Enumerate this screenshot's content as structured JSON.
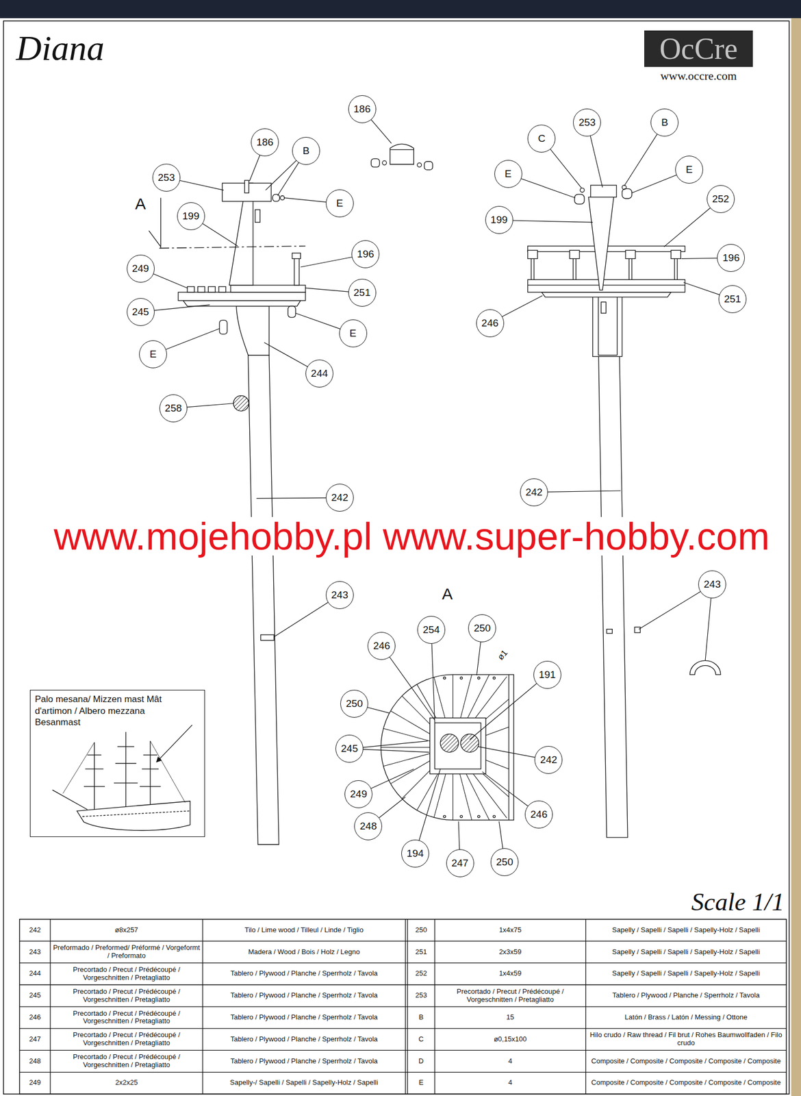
{
  "diagram": {
    "title": "Diana",
    "nodes": [
      {
        "text": [
          "OcCre",
          "www.occre.com"
        ]
      },
      {
        "text": [
          "186"
        ]
      },
      {
        "text": [
          "253"
        ]
      },
      {
        "text": [
          "B"
        ]
      },
      {
        "text": [
          "C"
        ]
      },
      {
        "text": [
          "186"
        ]
      },
      {
        "text": [
          "B"
        ]
      },
      {
        "text": [
          "E"
        ]
      },
      {
        "text": [
          "E"
        ]
      },
      {
        "text": [
          "253"
        ]
      },
      {
        "text": [
          "252"
        ]
      },
      {
        "text": [
          "E"
        ]
      },
      {
        "text": [
          "199"
        ]
      },
      {
        "text": [
          "199"
        ]
      },
      {
        "text": [
          "196"
        ]
      },
      {
        "text": [
          "196"
        ]
      },
      {
        "text": [
          "249"
        ]
      },
      {
        "text": [
          "251"
        ]
      },
      {
        "text": [
          "251"
        ]
      },
      {
        "text": [
          "245"
        ]
      },
      {
        "text": [
          "246"
        ]
      },
      {
        "text": [
          "E"
        ]
      },
      {
        "text": [
          "E"
        ]
      },
      {
        "text": [
          "244"
        ]
      },
      {
        "text": [
          "258"
        ]
      },
      {
        "text": [
          "242"
        ]
      },
      {
        "text": [
          "242"
        ]
      },
      {
        "text": [
          "243"
        ]
      },
      {
        "text": [
          "243"
        ]
      },
      {
        "text": [
          "254"
        ]
      },
      {
        "text": [
          "250"
        ]
      },
      {
        "text": [
          "246"
        ]
      },
      {
        "text": [
          "191"
        ]
      },
      {
        "text": [
          "250"
        ]
      },
      {
        "text": [
          "245"
        ]
      },
      {
        "text": [
          "242"
        ]
      },
      {
        "text": [
          "249"
        ]
      },
      {
        "text": [
          "246"
        ]
      },
      {
        "text": [
          "248"
        ]
      },
      {
        "text": [
          "194"
        ]
      },
      {
        "text": [
          "250"
        ]
      },
      {
        "text": [
          "247"
        ]
      },
      {
        "text": [
          "Palo mesana/ Mizzen mast Mât d'artimon / Albero mezzana Besanmast"
        ]
      }
    ],
    "labels": [
      "A",
      "A",
      "ø1",
      "www.mojehobby.pl www.super-hobby.com",
      "Scale 1/1",
      "242",
      "ø8x257",
      "Tilo / Lime wood / Tilleul / Linde / Tiglio",
      "250",
      "1x4x75",
      "Sapelly / Sapelli / Sapelli / Sapelly-Holz / Sapelli",
      "243",
      "Preformado / Preformed/ Préformé / Vorgeformt / Preformato",
      "Madera / Wood / Bois / Holz / Legno",
      "251",
      "2x3x59",
      "Sapelly / Sapelli / Sapelli / Sapelly-Holz / Sapelli",
      "244",
      "Precortado / Precut / Prédécoupé / Vorgeschnitten / Pretagliatto",
      "Tablero / Plywood / Planche / Sperrholz / Tavola",
      "252",
      "1x4x59",
      "Sapelly / Sapelli / Sapelli / Sapelly-Holz / Sapelli",
      "245",
      "Precortado / Precut / Prédécoupé / Vorgeschnitten / Pretagliatto",
      "Tablero / Plywood / Planche / Sperrholz / Tavola",
      "253",
      "Precortado / Precut / Prédécoupé / Vorgeschnitten / Pretagliatto",
      "Tablero / Plywood / Planche / Sperrholz / Tavola",
      "246",
      "Precortado / Precut / Prédécoupé / Vorgeschnitten / Pretagliatto",
      "Tablero / Plywood / Planche / Sperrholz / Tavola",
      "B",
      "15",
      "Latón / Brass / Latón / Messing / Ottone",
      "247",
      "Precortado / Precut / Prédécoupé / Vorgeschnitten / Pretagliatto",
      "Tablero / Plywood / Planche / Sperrholz / Tavola",
      "C",
      "ø0,15x100",
      "Hilo crudo / Raw thread / Fil brut / Rohes Baumwollfaden / Filo crudo",
      "248",
      "Precortado / Precut / Prédécoupé / Vorgeschnitten / Pretagliatto",
      "Tablero / Plywood / Planche / Sperrholz / Tavola",
      "D",
      "4",
      "Composite / Composite / Composite / Composite / Composite",
      "249",
      "2x2x25",
      "Sapelly-/ Sapelli / Sapelli / Sapelly-Holz / Sapelli",
      "E",
      "4",
      "Composite / Composite / Composite / Composite / Composite"
    ]
  }
}
